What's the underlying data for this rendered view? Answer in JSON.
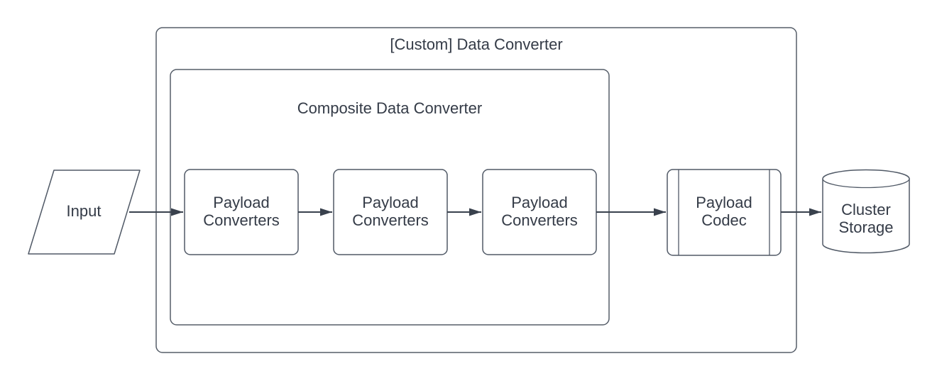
{
  "diagram": {
    "type": "flowchart",
    "background_color": "#ffffff",
    "colors": {
      "shape_stroke": "#505966",
      "container_stroke": "#565e69",
      "arrow": "#39414d",
      "text": "#343b47"
    },
    "outer_container": {
      "title": "[Custom] Data Converter"
    },
    "composite_container": {
      "title": "Composite Data Converter"
    },
    "nodes": {
      "input": {
        "label": "Input",
        "shape": "parallelogram"
      },
      "payload_converter_1": {
        "line1": "Payload",
        "line2": "Converters",
        "shape": "rounded-rect"
      },
      "payload_converter_2": {
        "line1": "Payload",
        "line2": "Converters",
        "shape": "rounded-rect"
      },
      "payload_converter_3": {
        "line1": "Payload",
        "line2": "Converters",
        "shape": "rounded-rect"
      },
      "payload_codec": {
        "line1": "Payload",
        "line2": "Codec",
        "shape": "predefined-process"
      },
      "cluster_storage": {
        "line1": "Cluster",
        "line2": "Storage",
        "shape": "cylinder"
      }
    },
    "edges": [
      {
        "from": "input",
        "to": "payload_converter_1"
      },
      {
        "from": "payload_converter_1",
        "to": "payload_converter_2"
      },
      {
        "from": "payload_converter_2",
        "to": "payload_converter_3"
      },
      {
        "from": "payload_converter_3",
        "to": "payload_codec"
      },
      {
        "from": "payload_codec",
        "to": "cluster_storage"
      }
    ]
  }
}
